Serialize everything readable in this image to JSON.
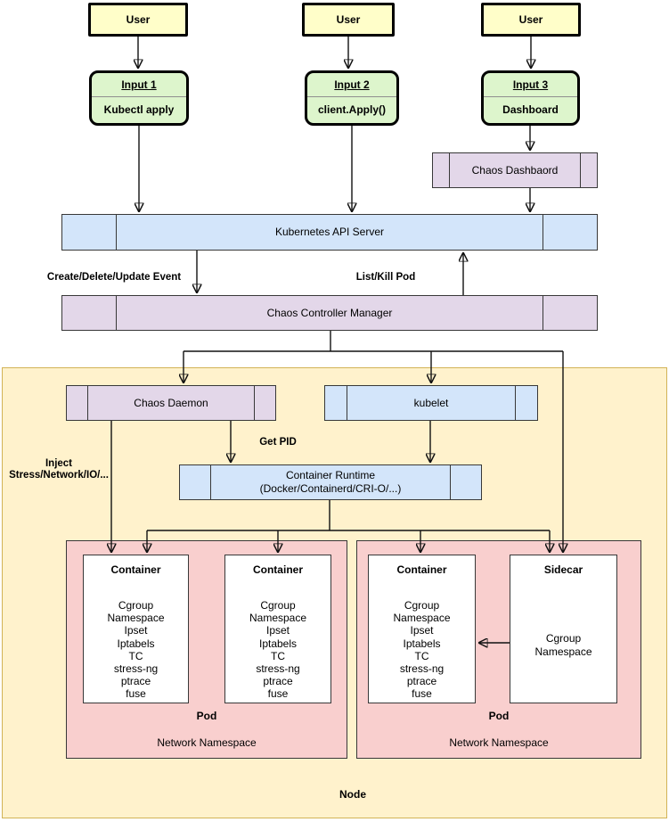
{
  "users": [
    {
      "label": "User"
    },
    {
      "label": "User"
    },
    {
      "label": "User"
    }
  ],
  "inputs": [
    {
      "title": "Input 1",
      "subtitle": "Kubectl apply"
    },
    {
      "title": "Input 2",
      "subtitle": "client.Apply()"
    },
    {
      "title": "Input 3",
      "subtitle": "Dashboard"
    }
  ],
  "dashboard": {
    "label": "Chaos Dashbaord"
  },
  "api_server": {
    "label": "Kubernetes API Server"
  },
  "controller_manager": {
    "label": "Chaos Controller Manager"
  },
  "edge_labels": {
    "create_delete_update": "Create/Delete/Update Event",
    "list_kill_pod": "List/Kill Pod",
    "get_pid": "Get PID",
    "inject_line1": "Inject",
    "inject_line2": "Stress/Network/IO/..."
  },
  "chaos_daemon": {
    "label": "Chaos Daemon"
  },
  "kubelet": {
    "label": "kubelet"
  },
  "container_runtime": {
    "line1": "Container Runtime",
    "line2": "(Docker/Containerd/CRI-O/...)"
  },
  "containers": [
    {
      "title": "Container"
    },
    {
      "title": "Container"
    },
    {
      "title": "Container"
    }
  ],
  "container_features": [
    "Cgroup",
    "Namespace",
    "Ipset",
    "Iptabels",
    "TC",
    "stress-ng",
    "ptrace",
    "fuse"
  ],
  "sidecar": {
    "title": "Sidecar",
    "features": [
      "Cgroup",
      "Namespace"
    ]
  },
  "pods": [
    {
      "pod": "Pod",
      "namespace": "Network Namespace"
    },
    {
      "pod": "Pod",
      "namespace": "Network Namespace"
    }
  ],
  "node": {
    "label": "Node"
  },
  "colors": {
    "user_fill": "#fffec9",
    "input_fill": "#ddf5cc",
    "purple_fill": "#e3d7e9",
    "blue_fill": "#d3e5fa",
    "pink_fill": "#f9cfce",
    "white_fill": "#ffffff",
    "node_fill": "#fff2cc",
    "node_border": "#d2b356",
    "border_dark": "#383838",
    "line_color": "#111111"
  }
}
